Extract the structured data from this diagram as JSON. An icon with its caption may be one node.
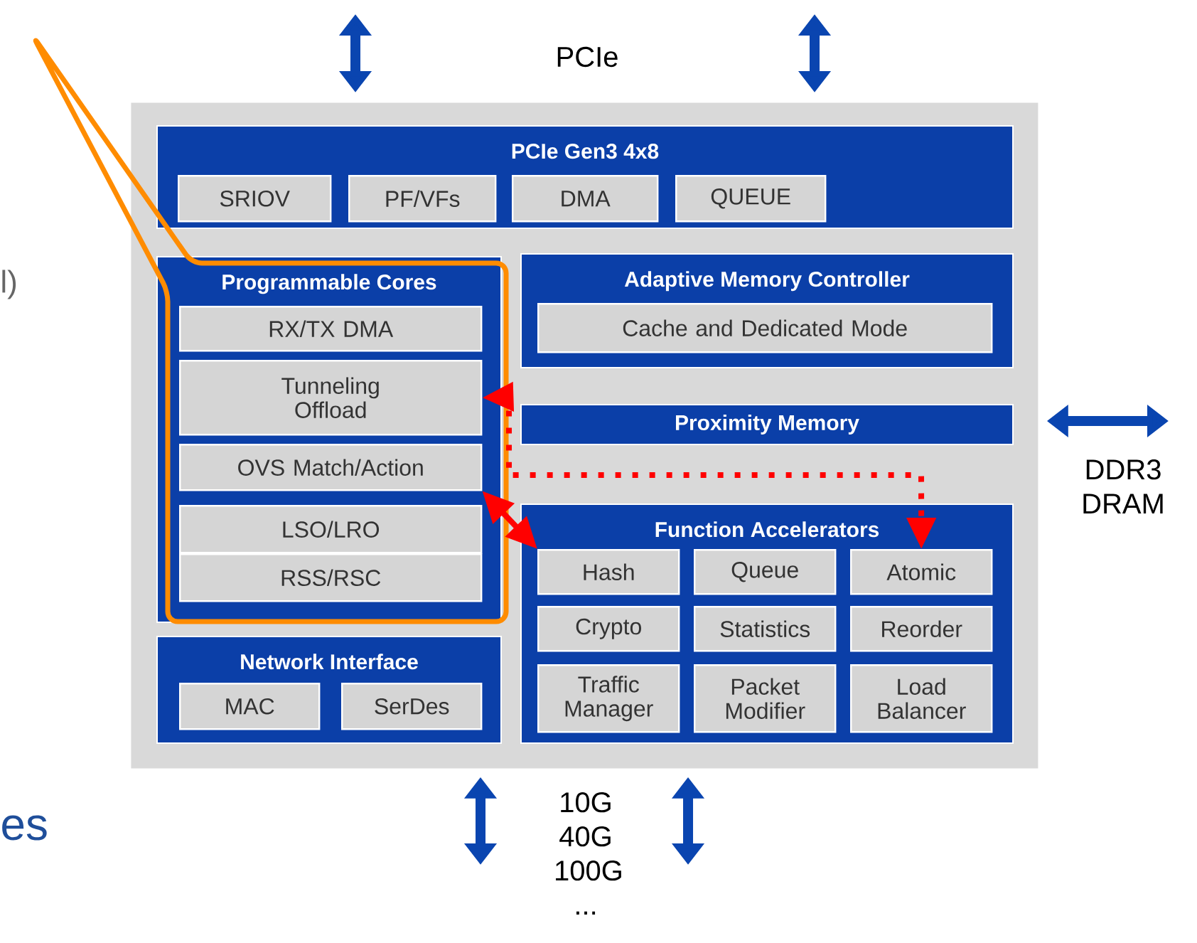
{
  "diagram": {
    "nodes": [
      {
        "text": [],
        "shape": "box"
      },
      {
        "text": [
          "PCIe Gen3 4x8"
        ],
        "in": 0
      },
      {
        "text": [
          "SRIOV"
        ],
        "in": 1
      },
      {
        "text": [
          "PF/VFs"
        ],
        "in": 1
      },
      {
        "text": [
          "DMA"
        ],
        "in": 1
      },
      {
        "text": [
          "QUEUE"
        ],
        "in": 1
      },
      {
        "text": [
          "Programmable Cores"
        ],
        "in": 0
      },
      {
        "text": [
          "RX/TX DMA"
        ],
        "in": 6
      },
      {
        "text": [
          "Tunneling Offload"
        ],
        "in": 6
      },
      {
        "text": [
          "OVS Match/Action"
        ],
        "in": 6
      },
      {
        "text": [
          "LSO/LRO"
        ],
        "in": 6
      },
      {
        "text": [
          "RSS/RSC"
        ],
        "in": 6
      },
      {
        "text": [
          "Adaptive Memory Controller"
        ],
        "in": 0
      },
      {
        "text": [
          "Cache and Dedicated Mode"
        ],
        "in": 12
      },
      {
        "text": [
          "Proximity Memory"
        ],
        "in": 0
      },
      {
        "text": [
          "Function Accelerators"
        ],
        "in": 0
      },
      {
        "text": [
          "Hash"
        ],
        "in": 15
      },
      {
        "text": [
          "Queue"
        ],
        "in": 15
      },
      {
        "text": [
          "Atomic"
        ],
        "in": 15
      },
      {
        "text": [
          "Crypto"
        ],
        "in": 15
      },
      {
        "text": [
          "Statistics"
        ],
        "in": 15
      },
      {
        "text": [
          "Reorder"
        ],
        "in": 15
      },
      {
        "text": [
          "Traffic Manager"
        ],
        "in": 15
      },
      {
        "text": [
          "Packet Modifier"
        ],
        "in": 15
      },
      {
        "text": [
          "Load Balancer"
        ],
        "in": 15
      },
      {
        "text": [
          "Network Interface"
        ],
        "in": 0
      },
      {
        "text": [
          "MAC"
        ],
        "in": 25
      },
      {
        "text": [
          "SerDes"
        ],
        "in": 25
      }
    ],
    "edges": [
      {
        "from": null,
        "to": 0,
        "arrow": "both"
      },
      {
        "from": null,
        "to": 0,
        "arrow": "both"
      },
      {
        "from": null,
        "to": 0,
        "arrow": "both"
      },
      {
        "from": null,
        "to": 0,
        "arrow": "both"
      },
      {
        "from": null,
        "to": 0,
        "arrow": "both"
      },
      {
        "from": 8,
        "to": 18,
        "arrow": "both",
        "style": "dashed",
        "color": "#ff0000"
      },
      {
        "from": 9,
        "to": 16,
        "arrow": "both",
        "color": "#ff0000"
      }
    ],
    "labels": [
      "PCIe",
      "l)",
      "DDR3 DRAM",
      "10G 40G 100G ...",
      "es"
    ]
  }
}
